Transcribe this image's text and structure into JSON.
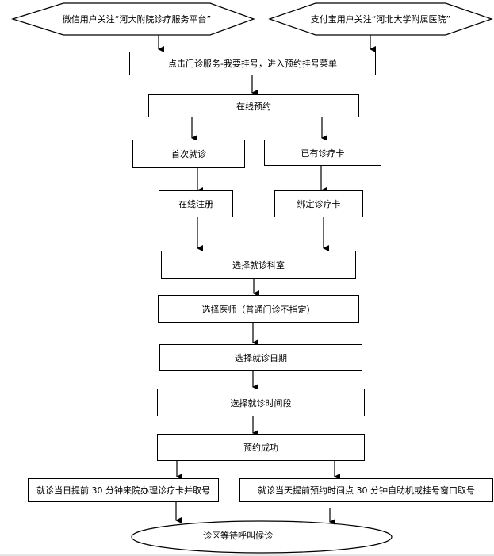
{
  "flowchart": {
    "start_wechat": "微信用户关注“河大附院诊疗服务平台”",
    "start_alipay": "支付宝用户关注“河北大学附属医院”",
    "menu": "点击门诊服务-我要挂号，进入预约挂号菜单",
    "online_booking": "在线预约",
    "first_visit": "首次就诊",
    "has_card": "已有诊疗卡",
    "online_register": "在线注册",
    "bind_card": "绑定诊疗卡",
    "select_department": "选择就诊科室",
    "select_doctor": "选择医师（普通门诊不指定）",
    "select_date": "选择就诊日期",
    "select_time": "选择就诊时间段",
    "booking_success": "预约成功",
    "left_pickup": "就诊当日提前 30 分钟来院办理诊疗卡并取号",
    "right_pickup": "就诊当天提前预约时间点 30 分钟自助机或挂号窗口取号",
    "end": "诊区等待呼叫候诊"
  }
}
